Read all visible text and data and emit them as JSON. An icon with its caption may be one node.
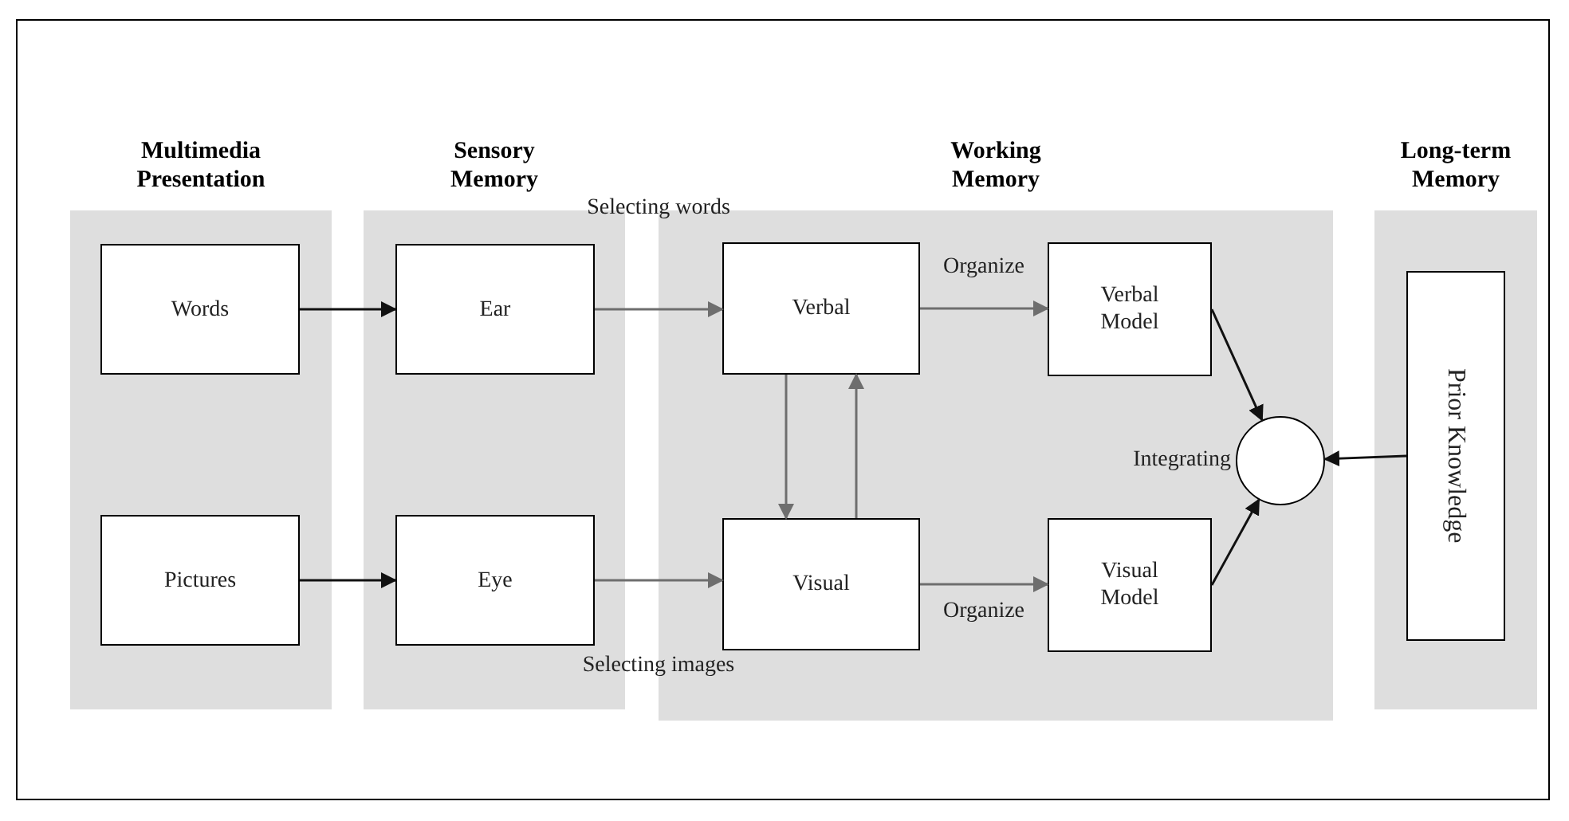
{
  "diagram": {
    "nodes": [
      {
        "text": [
          "Multimedia Presentation"
        ]
      },
      {
        "text": [
          "Sensory Memory"
        ]
      },
      {
        "text": [
          "Working Memory"
        ]
      },
      {
        "text": [
          "Long-term Memory"
        ]
      },
      {
        "text": [
          "Words"
        ],
        "in": 0
      },
      {
        "text": [
          "Pictures"
        ],
        "in": 0
      },
      {
        "text": [
          "Ear"
        ],
        "in": 1
      },
      {
        "text": [
          "Eye"
        ],
        "in": 1
      },
      {
        "text": [
          "Verbal"
        ],
        "in": 2
      },
      {
        "text": [
          "Visual"
        ],
        "in": 2
      },
      {
        "text": [
          "Verbal Model"
        ],
        "in": 2
      },
      {
        "text": [
          "Visual Model"
        ],
        "in": 2
      },
      {
        "text": [],
        "shape": "circle",
        "beside": [
          "Integrating"
        ],
        "in": 2
      },
      {
        "text": [
          "Prior Knowledge"
        ],
        "in": 3
      }
    ],
    "edges": [
      {
        "from": 4,
        "to": 6,
        "arrow": "to",
        "color": "#111111"
      },
      {
        "from": 5,
        "to": 7,
        "arrow": "to",
        "color": "#111111"
      },
      {
        "from": 6,
        "to": 8,
        "arrow": "to",
        "label": "Selecting words"
      },
      {
        "from": 7,
        "to": 9,
        "arrow": "to",
        "label": "Selecting images"
      },
      {
        "from": 8,
        "to": 9,
        "arrow": "to"
      },
      {
        "from": 9,
        "to": 8,
        "arrow": "to"
      },
      {
        "from": 8,
        "to": 10,
        "arrow": "to",
        "label": "Organize"
      },
      {
        "from": 9,
        "to": 11,
        "arrow": "to",
        "label": "Organize"
      },
      {
        "from": 10,
        "to": 12,
        "arrow": "to",
        "color": "#111111"
      },
      {
        "from": 11,
        "to": 12,
        "arrow": "to",
        "color": "#111111"
      },
      {
        "from": 13,
        "to": 12,
        "arrow": "to",
        "color": "#111111"
      }
    ]
  }
}
